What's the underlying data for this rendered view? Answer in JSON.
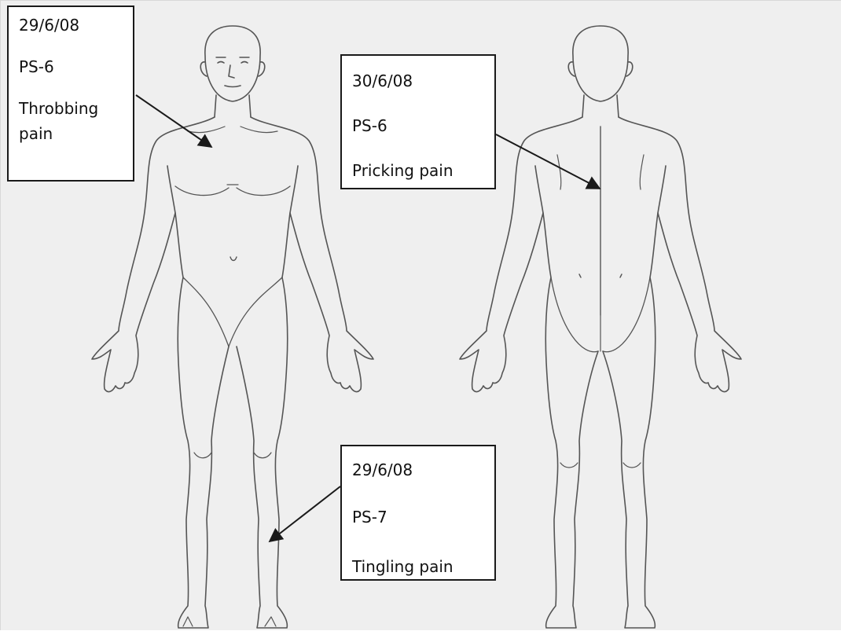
{
  "annotations": [
    {
      "date": "29/6/08",
      "code": "PS-6",
      "pain_line1": "Throbbing",
      "pain_line2": "pain",
      "target": "chest (front view)"
    },
    {
      "date": "30/6/08",
      "code": "PS-6",
      "pain": "Pricking pain",
      "target": "upper back (back view)"
    },
    {
      "date": "29/6/08",
      "code": "PS-7",
      "pain": "Tingling pain",
      "target": "lower leg (front view)"
    }
  ],
  "colors": {
    "background": "#efefef",
    "outline": "#555555",
    "box_border": "#1a1a1a",
    "arrow": "#1a1a1a"
  }
}
